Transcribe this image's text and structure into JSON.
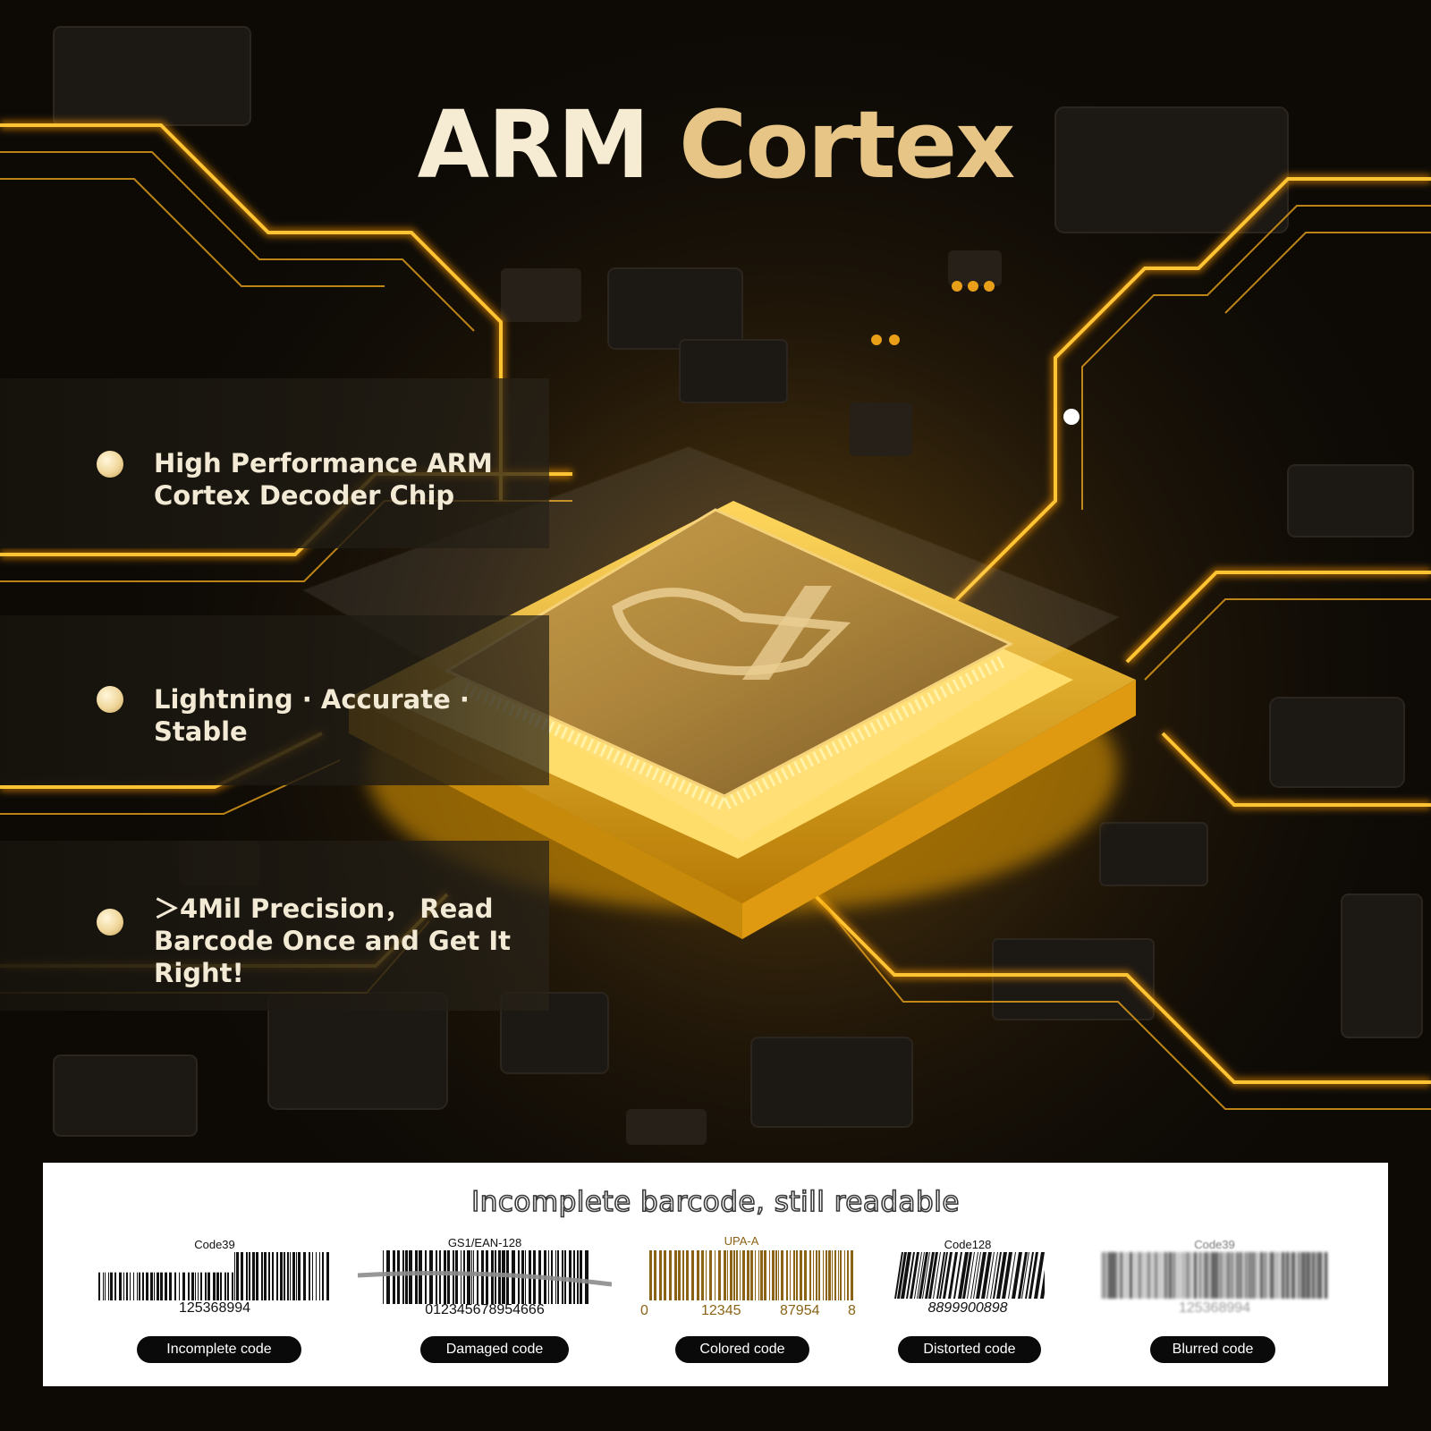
{
  "title": {
    "word1": "ARM",
    "word2": "Cortex"
  },
  "features": [
    {
      "text": "High Performance ARM\nCortex Decoder Chip"
    },
    {
      "text": "Lightning · Accurate · Stable"
    },
    {
      "text": "＞4Mil Precision， Read\nBarcode Once and Get It Right!"
    }
  ],
  "barcode_panel": {
    "heading": "Incomplete barcode, still readable",
    "samples": [
      {
        "symbology": "Code39",
        "number": "125368994",
        "label": "Incomplete code"
      },
      {
        "symbology": "GS1/EAN-128",
        "number": "012345678954666",
        "label": "Damaged code"
      },
      {
        "symbology": "UPA-A",
        "number_parts": [
          "0",
          "12345",
          "87954",
          "8"
        ],
        "label": "Colored code"
      },
      {
        "symbology": "Code128",
        "number": "8899900898",
        "label": "Distorted code"
      },
      {
        "symbology": "Code39",
        "number": "125368994",
        "label": "Blurred code"
      }
    ]
  },
  "colors": {
    "title_light": "#f6ecd3",
    "title_gold": "#e6c586",
    "trace_gold": "#ffb300",
    "barcode_gold": "#8a6316"
  }
}
